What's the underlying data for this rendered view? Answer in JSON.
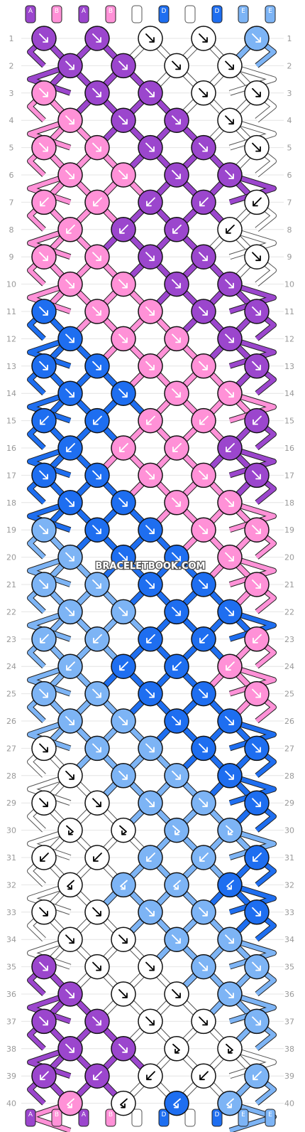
{
  "watermark": "BRACELETBOOK.COM",
  "colors": {
    "A": "#9b46cd",
    "B": "#ff91d7",
    "C": "#ffffff",
    "D": "#1e6ef0",
    "E": "#7db4f5"
  },
  "strands": [
    "A",
    "B",
    "A",
    "B",
    "C",
    "D",
    "C",
    "D",
    "E",
    "E"
  ],
  "row_labels": [
    "1",
    "2",
    "3",
    "4",
    "5",
    "6",
    "7",
    "8",
    "9",
    "10",
    "11",
    "12",
    "13",
    "14",
    "15",
    "16",
    "17",
    "18",
    "19",
    "20",
    "21",
    "22",
    "23",
    "24",
    "25",
    "26",
    "27",
    "28",
    "29",
    "30",
    "31",
    "32",
    "33",
    "34",
    "35",
    "36",
    "37",
    "38",
    "39",
    "40"
  ],
  "knots": [
    [
      "A:f",
      "A:f",
      "C:f",
      "C:f",
      "E:f"
    ],
    [
      "A:f",
      "A:f",
      "C:f",
      "C:f"
    ],
    [
      "B:f",
      "A:f",
      "A:f",
      "C:f",
      "C:f"
    ],
    [
      "B:f",
      "A:f",
      "A:f",
      "C:f"
    ],
    [
      "B:f",
      "B:f",
      "A:f",
      "A:f",
      "C:f"
    ],
    [
      "B:f",
      "B:f",
      "A:f",
      "A:f"
    ],
    [
      "B:b",
      "B:b",
      "A:b",
      "A:b",
      "C:b"
    ],
    [
      "B:b",
      "A:b",
      "A:b",
      "C:b"
    ],
    [
      "B:f",
      "B:f",
      "A:f",
      "A:f",
      "C:f"
    ],
    [
      "B:f",
      "B:f",
      "A:f",
      "A:f"
    ],
    [
      "D:f",
      "B:f",
      "B:f",
      "A:f",
      "A:f"
    ],
    [
      "D:f",
      "B:f",
      "B:f",
      "A:f"
    ],
    [
      "D:f",
      "D:f",
      "B:f",
      "B:f",
      "A:f"
    ],
    [
      "D:f",
      "D:f",
      "B:f",
      "B:f"
    ],
    [
      "D:b",
      "D:b",
      "B:b",
      "B:b",
      "A:b"
    ],
    [
      "D:b",
      "B:b",
      "B:b",
      "A:b"
    ],
    [
      "D:f",
      "D:f",
      "B:f",
      "B:f",
      "A:f"
    ],
    [
      "D:f",
      "D:f",
      "B:f",
      "B:f"
    ],
    [
      "E:f",
      "D:f",
      "D:f",
      "B:f",
      "B:f"
    ],
    [
      "E:f",
      "D:f",
      "D:f",
      "B:f"
    ],
    [
      "E:f",
      "E:f",
      "D:f",
      "D:f",
      "B:f"
    ],
    [
      "E:f",
      "E:f",
      "D:f",
      "D:f"
    ],
    [
      "E:b",
      "E:b",
      "D:b",
      "D:b",
      "B:b"
    ],
    [
      "E:b",
      "D:b",
      "D:b",
      "B:b"
    ],
    [
      "E:f",
      "E:f",
      "D:f",
      "D:f",
      "B:f"
    ],
    [
      "E:f",
      "E:f",
      "D:f",
      "D:f"
    ],
    [
      "C:f",
      "E:f",
      "E:f",
      "D:f",
      "D:f"
    ],
    [
      "C:f",
      "E:f",
      "E:f",
      "D:f"
    ],
    [
      "C:f",
      "C:f",
      "E:f",
      "E:f",
      "D:f"
    ],
    [
      "C:fb",
      "C:fb",
      "E:fb",
      "E:fb"
    ],
    [
      "C:b",
      "C:b",
      "E:b",
      "E:b",
      "D:b"
    ],
    [
      "C:bf",
      "E:bf",
      "E:bf",
      "D:bf"
    ],
    [
      "C:f",
      "C:f",
      "E:f",
      "E:f",
      "D:f"
    ],
    [
      "C:f",
      "C:f",
      "E:f",
      "E:f"
    ],
    [
      "A:f",
      "C:f",
      "C:f",
      "E:f",
      "E:f"
    ],
    [
      "A:f",
      "C:f",
      "C:f",
      "E:f"
    ],
    [
      "A:f",
      "A:f",
      "C:f",
      "C:f",
      "E:f"
    ],
    [
      "A:f",
      "A:f",
      "C:fb",
      "C:fb"
    ],
    [
      "A:b",
      "A:b",
      "C:b",
      "C:b",
      "E:b"
    ],
    [
      "B:bf",
      "C:bf",
      "D:bf",
      "E:bf"
    ]
  ]
}
